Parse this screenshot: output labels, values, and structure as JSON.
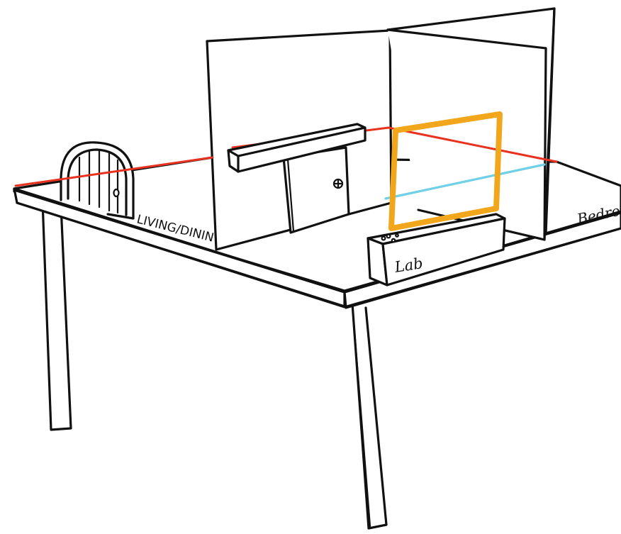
{
  "labels": {
    "living_dining": "LIVING/DINING",
    "lab": "Lab",
    "bedroom": "Bedroom"
  },
  "colors": {
    "ink": "#111111",
    "red_beam": "#e8321f",
    "cyan_beam": "#6fd0e6",
    "highlight_frame": "#f2a61c",
    "paper": "#ffffff"
  }
}
